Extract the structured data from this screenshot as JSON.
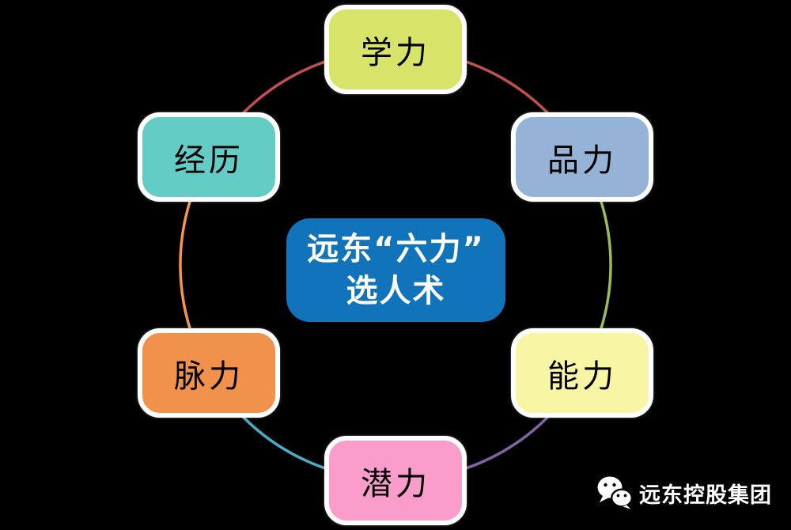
{
  "background_color": "#000000",
  "diagram": {
    "center": {
      "line1": "远东“六力”",
      "line2": "选人术",
      "bg_color": "#1173BA",
      "text_color": "#FFFFFF"
    },
    "nodes": [
      {
        "label": "学力",
        "position": "top",
        "bg_color": "#D8E36A"
      },
      {
        "label": "品力",
        "position": "top-right",
        "bg_color": "#95B3D7"
      },
      {
        "label": "能力",
        "position": "bottom-right",
        "bg_color": "#F8F5A5"
      },
      {
        "label": "潜力",
        "position": "bottom",
        "bg_color": "#FA9DCA"
      },
      {
        "label": "脉力",
        "position": "bottom-left",
        "bg_color": "#F0914C"
      },
      {
        "label": "经历",
        "position": "top-left",
        "bg_color": "#63CCC5"
      }
    ],
    "connectors": [
      {
        "from": "学力",
        "to": "品力",
        "color": "#C0504D"
      },
      {
        "from": "品力",
        "to": "能力",
        "color": "#9BBB59"
      },
      {
        "from": "能力",
        "to": "潜力",
        "color": "#8064A2"
      },
      {
        "from": "潜力",
        "to": "脉力",
        "color": "#4BACC6"
      },
      {
        "from": "脉力",
        "to": "经历",
        "color": "#F79646"
      },
      {
        "from": "经历",
        "to": "学力",
        "color": "#C0504D"
      }
    ]
  },
  "footer": {
    "brand_name": "远东控股集团",
    "icon": "wechat-icon",
    "text_color": "#FFFFFF"
  }
}
